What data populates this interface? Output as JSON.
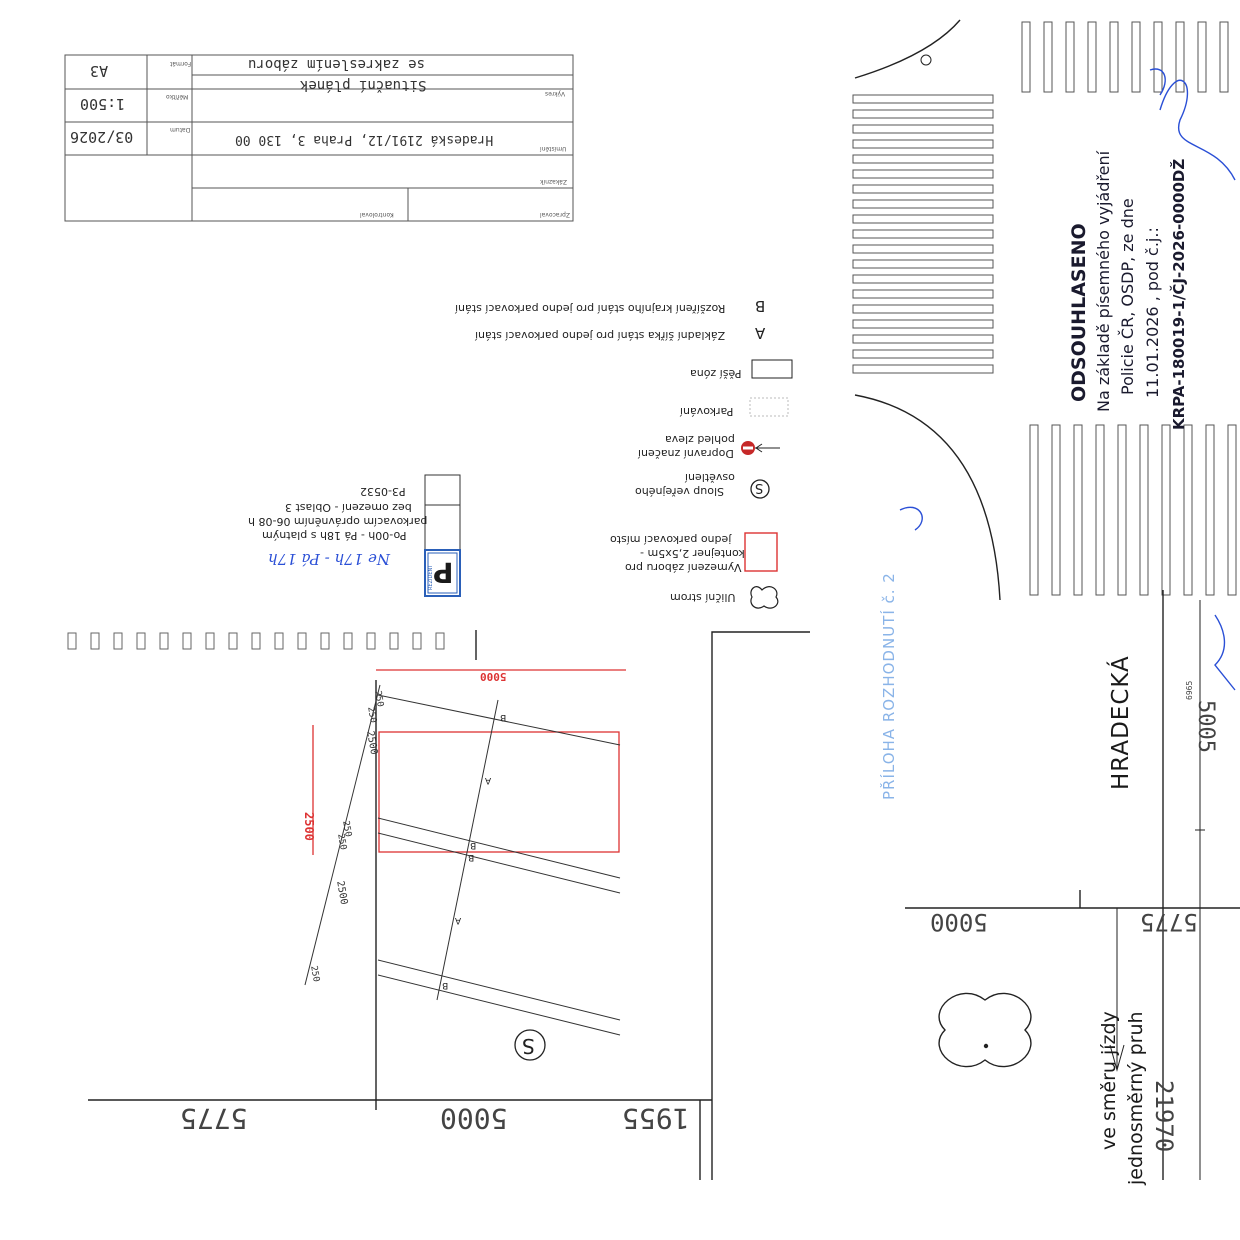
{
  "title_block": {
    "format_label": "Formát",
    "format_value": "A3",
    "scale_label": "Měřítko",
    "scale_value": "1:500",
    "date_label": "Datum",
    "date_value": "03/2026",
    "drawing_label": "Výkres",
    "drawing_value_1": "Situační plánek",
    "drawing_value_2": "se zakreslením záboru",
    "location_label": "Umístění",
    "location_value": "Hradeská 2191/12, Praha 3, 130 00",
    "client_label": "Zákazník",
    "drafted_label": "Zpracoval",
    "checked_label": "Kontroloval"
  },
  "legend": {
    "tree": "Uliční strom",
    "zone_1": "Vymezení záboru pro",
    "zone_2": "kontejner 2,5x5m -",
    "zone_3": "jedno parkovací místo",
    "lamp_1": "Sloup veřejného",
    "lamp_2": "osvětlení",
    "sign_1": "Dopravní značení",
    "sign_2": "pohled zleva",
    "parking": "Parkování",
    "pedestrian": "Pěší zóna",
    "a_symbol": "A",
    "a_text": "Základní šířka stání pro jedno parkovací stání",
    "b_symbol": "B",
    "b_text": "Rozšíření krajního stání pro jedno parkovací stání"
  },
  "sign_panel": {
    "letter": "P",
    "tag": "REZIDENT",
    "line_1": "Po-00h - Pá 18h s platným",
    "line_2": "parkovacím oprávněním 06-08 h",
    "line_3": "bez omezení - Oblast 3",
    "code": "P3-0532",
    "handwritten": "Ne 17h - Pá 17h"
  },
  "stamp": {
    "title": "ODSOUHLASENO",
    "line_1": "Na základě písemného vyjádření",
    "line_2": "Policie ČR, OSDP, ze dne",
    "line_3": "11.01.2026 , pod č.j.:",
    "line_4": "KRPA-180019-1/ČJ-2026-0000DŽ"
  },
  "annex_stamp": "PŘÍLOHA ROZHODNUTÍ č. 2",
  "street": {
    "name": "HRADECKÁ",
    "lane_1": "jednosměrný pruh",
    "lane_2": "ve směru jízdy"
  },
  "dims": {
    "d5775_left": "5775",
    "d5000_mid": "5000",
    "d1955": "1955",
    "d5000_red": "5000",
    "d2500_red": "2500",
    "d2500_a": "2500",
    "d2500_b": "2500",
    "d250_a": "250",
    "d250_b": "250",
    "d250_c": "250",
    "d250_d": "250",
    "d250_e": "250",
    "d5000_right": "5000",
    "d5775_right": "5775",
    "d21970": "21970",
    "d6965": "6965",
    "d5005": "5005",
    "lbl_a1": "A",
    "lbl_a2": "A",
    "lbl_b1": "B",
    "lbl_b2": "B",
    "lbl_b3": "B",
    "lbl_b4": "B",
    "lamp": "S"
  }
}
